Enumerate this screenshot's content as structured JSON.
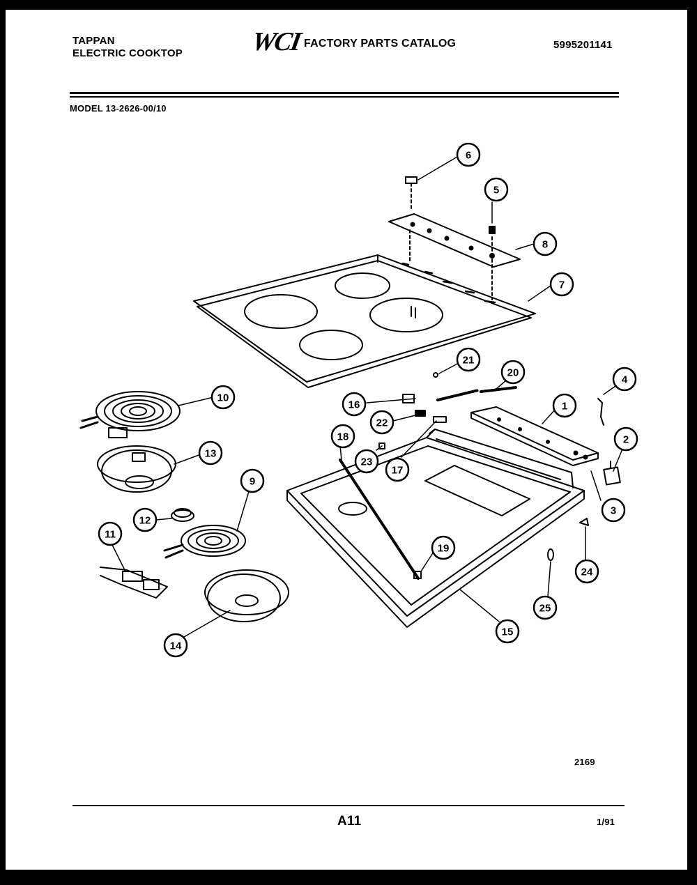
{
  "header": {
    "brand_line1": "TAPPAN",
    "brand_line2": "ELECTRIC COOKTOP",
    "logo_text": "WCI",
    "catalog_title": "FACTORY PARTS CATALOG",
    "part_number": "5995201141"
  },
  "model_label": "MODEL 13-2626-00/10",
  "callouts": [
    {
      "id": "c6",
      "label": "6"
    },
    {
      "id": "c5",
      "label": "5"
    },
    {
      "id": "c8",
      "label": "8"
    },
    {
      "id": "c7",
      "label": "7"
    },
    {
      "id": "c21",
      "label": "21"
    },
    {
      "id": "c20",
      "label": "20"
    },
    {
      "id": "c4",
      "label": "4"
    },
    {
      "id": "c10",
      "label": "10"
    },
    {
      "id": "c16",
      "label": "16"
    },
    {
      "id": "c1",
      "label": "1"
    },
    {
      "id": "c22",
      "label": "22"
    },
    {
      "id": "c18",
      "label": "18"
    },
    {
      "id": "c2",
      "label": "2"
    },
    {
      "id": "c13",
      "label": "13"
    },
    {
      "id": "c23",
      "label": "23"
    },
    {
      "id": "c17",
      "label": "17"
    },
    {
      "id": "c9",
      "label": "9"
    },
    {
      "id": "c3",
      "label": "3"
    },
    {
      "id": "c12",
      "label": "12"
    },
    {
      "id": "c11",
      "label": "11"
    },
    {
      "id": "c19",
      "label": "19"
    },
    {
      "id": "c24",
      "label": "24"
    },
    {
      "id": "c25",
      "label": "25"
    },
    {
      "id": "c15",
      "label": "15"
    },
    {
      "id": "c14",
      "label": "14"
    }
  ],
  "footer": {
    "drawing_number": "2169",
    "page_number": "A11",
    "date": "1/91"
  }
}
